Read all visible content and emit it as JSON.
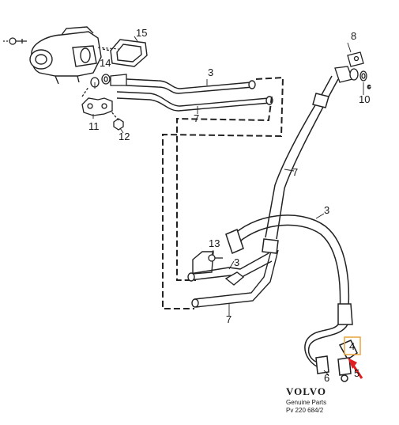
{
  "diagram": {
    "part_numbers": {
      "p15": "15",
      "p14": "14",
      "p11": "11",
      "p12": "12",
      "p3_top": "3",
      "p7_top": "7",
      "p8": "8",
      "p10": "10",
      "p7_mid": "7",
      "p3_right": "3",
      "p13": "13",
      "p3_low": "3",
      "p7_low": "7",
      "p4": "4",
      "p6": "6",
      "p5": "5"
    },
    "footer": {
      "brand": "VOLVO",
      "subtitle": "Genuine Parts",
      "code": "Pv 220 684/2"
    },
    "highlight_color": "#e8a33a",
    "arrow_color": "#e02020"
  }
}
